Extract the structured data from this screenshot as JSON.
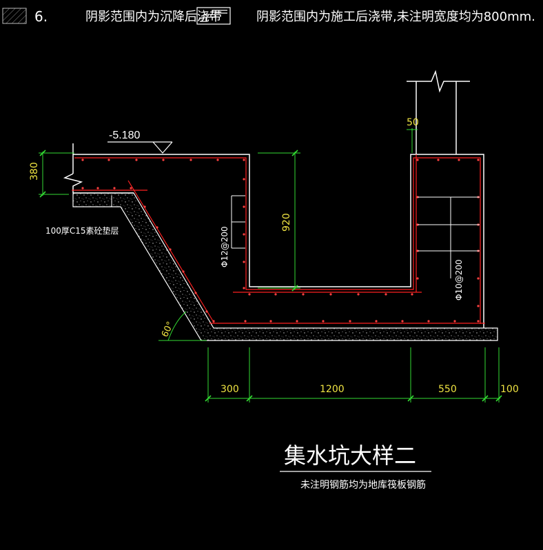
{
  "header": {
    "item_number": "6.",
    "note_settlement": "阴影范围内为沉降后浇带",
    "note_construction": "阴影范围内为施工后浇带,未注明宽度均为800mm."
  },
  "elevation": {
    "value": "-5.180"
  },
  "dims": {
    "left_height": "380",
    "pit_depth": "920",
    "top_wall": "50",
    "bottom": [
      "300",
      "1200",
      "550",
      "100"
    ]
  },
  "labels": {
    "cushion_layer": "100厚C15素砼垫层",
    "left_wall_rebar": "Φ12@200",
    "right_wall_rebar": "Φ10@200",
    "angle": "60°"
  },
  "title": {
    "main": "集水坑大样二",
    "sub": "未注明钢筋均为地库筏板钢筋"
  },
  "colors": {
    "background": "#000000",
    "outline": "#ffffff",
    "rebar": "#ff2020",
    "dimension": "#33dd33",
    "text_dim": "#f0e442"
  }
}
